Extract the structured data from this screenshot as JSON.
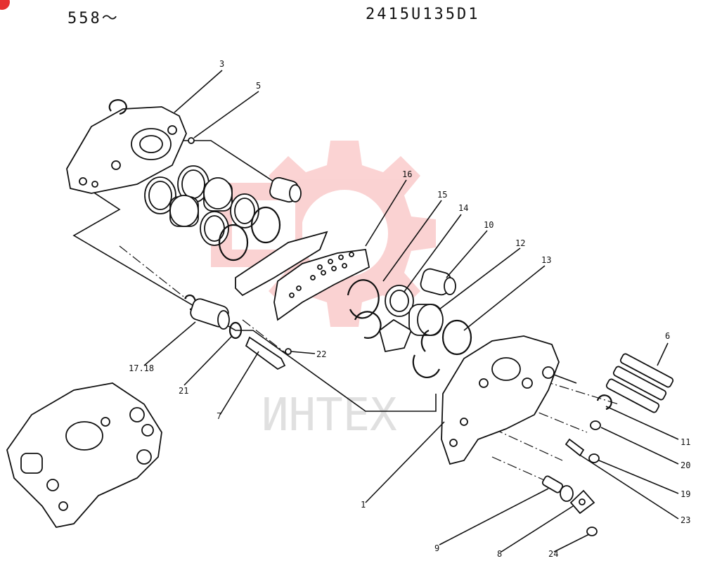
{
  "header": {
    "left": "558〜",
    "right": "2415U135D1"
  },
  "watermark": {
    "text": "ИНТЕХ",
    "color": "#f4a6a6"
  },
  "callouts": [
    "3",
    "5",
    "16",
    "15",
    "14",
    "10",
    "12",
    "13",
    "6",
    "11",
    "20",
    "19",
    "23",
    "1",
    "9",
    "8",
    "24",
    "17.18",
    "21",
    "7",
    "22"
  ]
}
